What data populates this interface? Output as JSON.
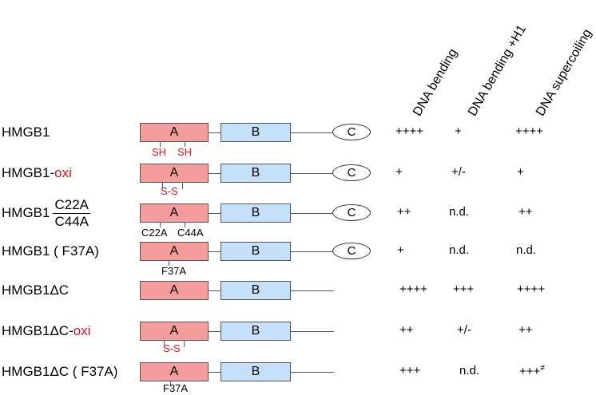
{
  "columns": [
    {
      "label": "DNA bending"
    },
    {
      "label": "DNA bending +H1"
    },
    {
      "label": "DNA supercoiling"
    }
  ],
  "domains": {
    "a": "A",
    "b": "B",
    "c": "C"
  },
  "rows": [
    {
      "name": "HMGB1",
      "mutation": "",
      "sub1": "SH",
      "sub2": "SH",
      "values": [
        "++++",
        "+",
        "++++"
      ]
    },
    {
      "name": "HMGB1-",
      "mutation": "oxi",
      "sub": "S-S",
      "values": [
        "+",
        "+/-",
        "+"
      ]
    },
    {
      "name": "HMGB1",
      "frac_num": "C22A",
      "frac_den": "C44A",
      "sub1": "C22A",
      "sub2": "C44A",
      "values": [
        "++",
        "n.d.",
        "++"
      ]
    },
    {
      "name": "HMGB1 ( F37A)",
      "sub": "F37A",
      "values": [
        "+",
        "n.d.",
        "n.d."
      ]
    },
    {
      "name": "HMGB1ΔC",
      "values": [
        "++++",
        "+++",
        "++++"
      ]
    },
    {
      "name": "HMGB1ΔC-",
      "mutation": "oxi",
      "sub": "S-S",
      "values": [
        "++",
        "+/-",
        "++"
      ]
    },
    {
      "name": "HMGB1ΔC ( F37A)",
      "sub": "F37A",
      "values": [
        "+++",
        "n.d.",
        "+++"
      ],
      "footnote": "#"
    }
  ]
}
